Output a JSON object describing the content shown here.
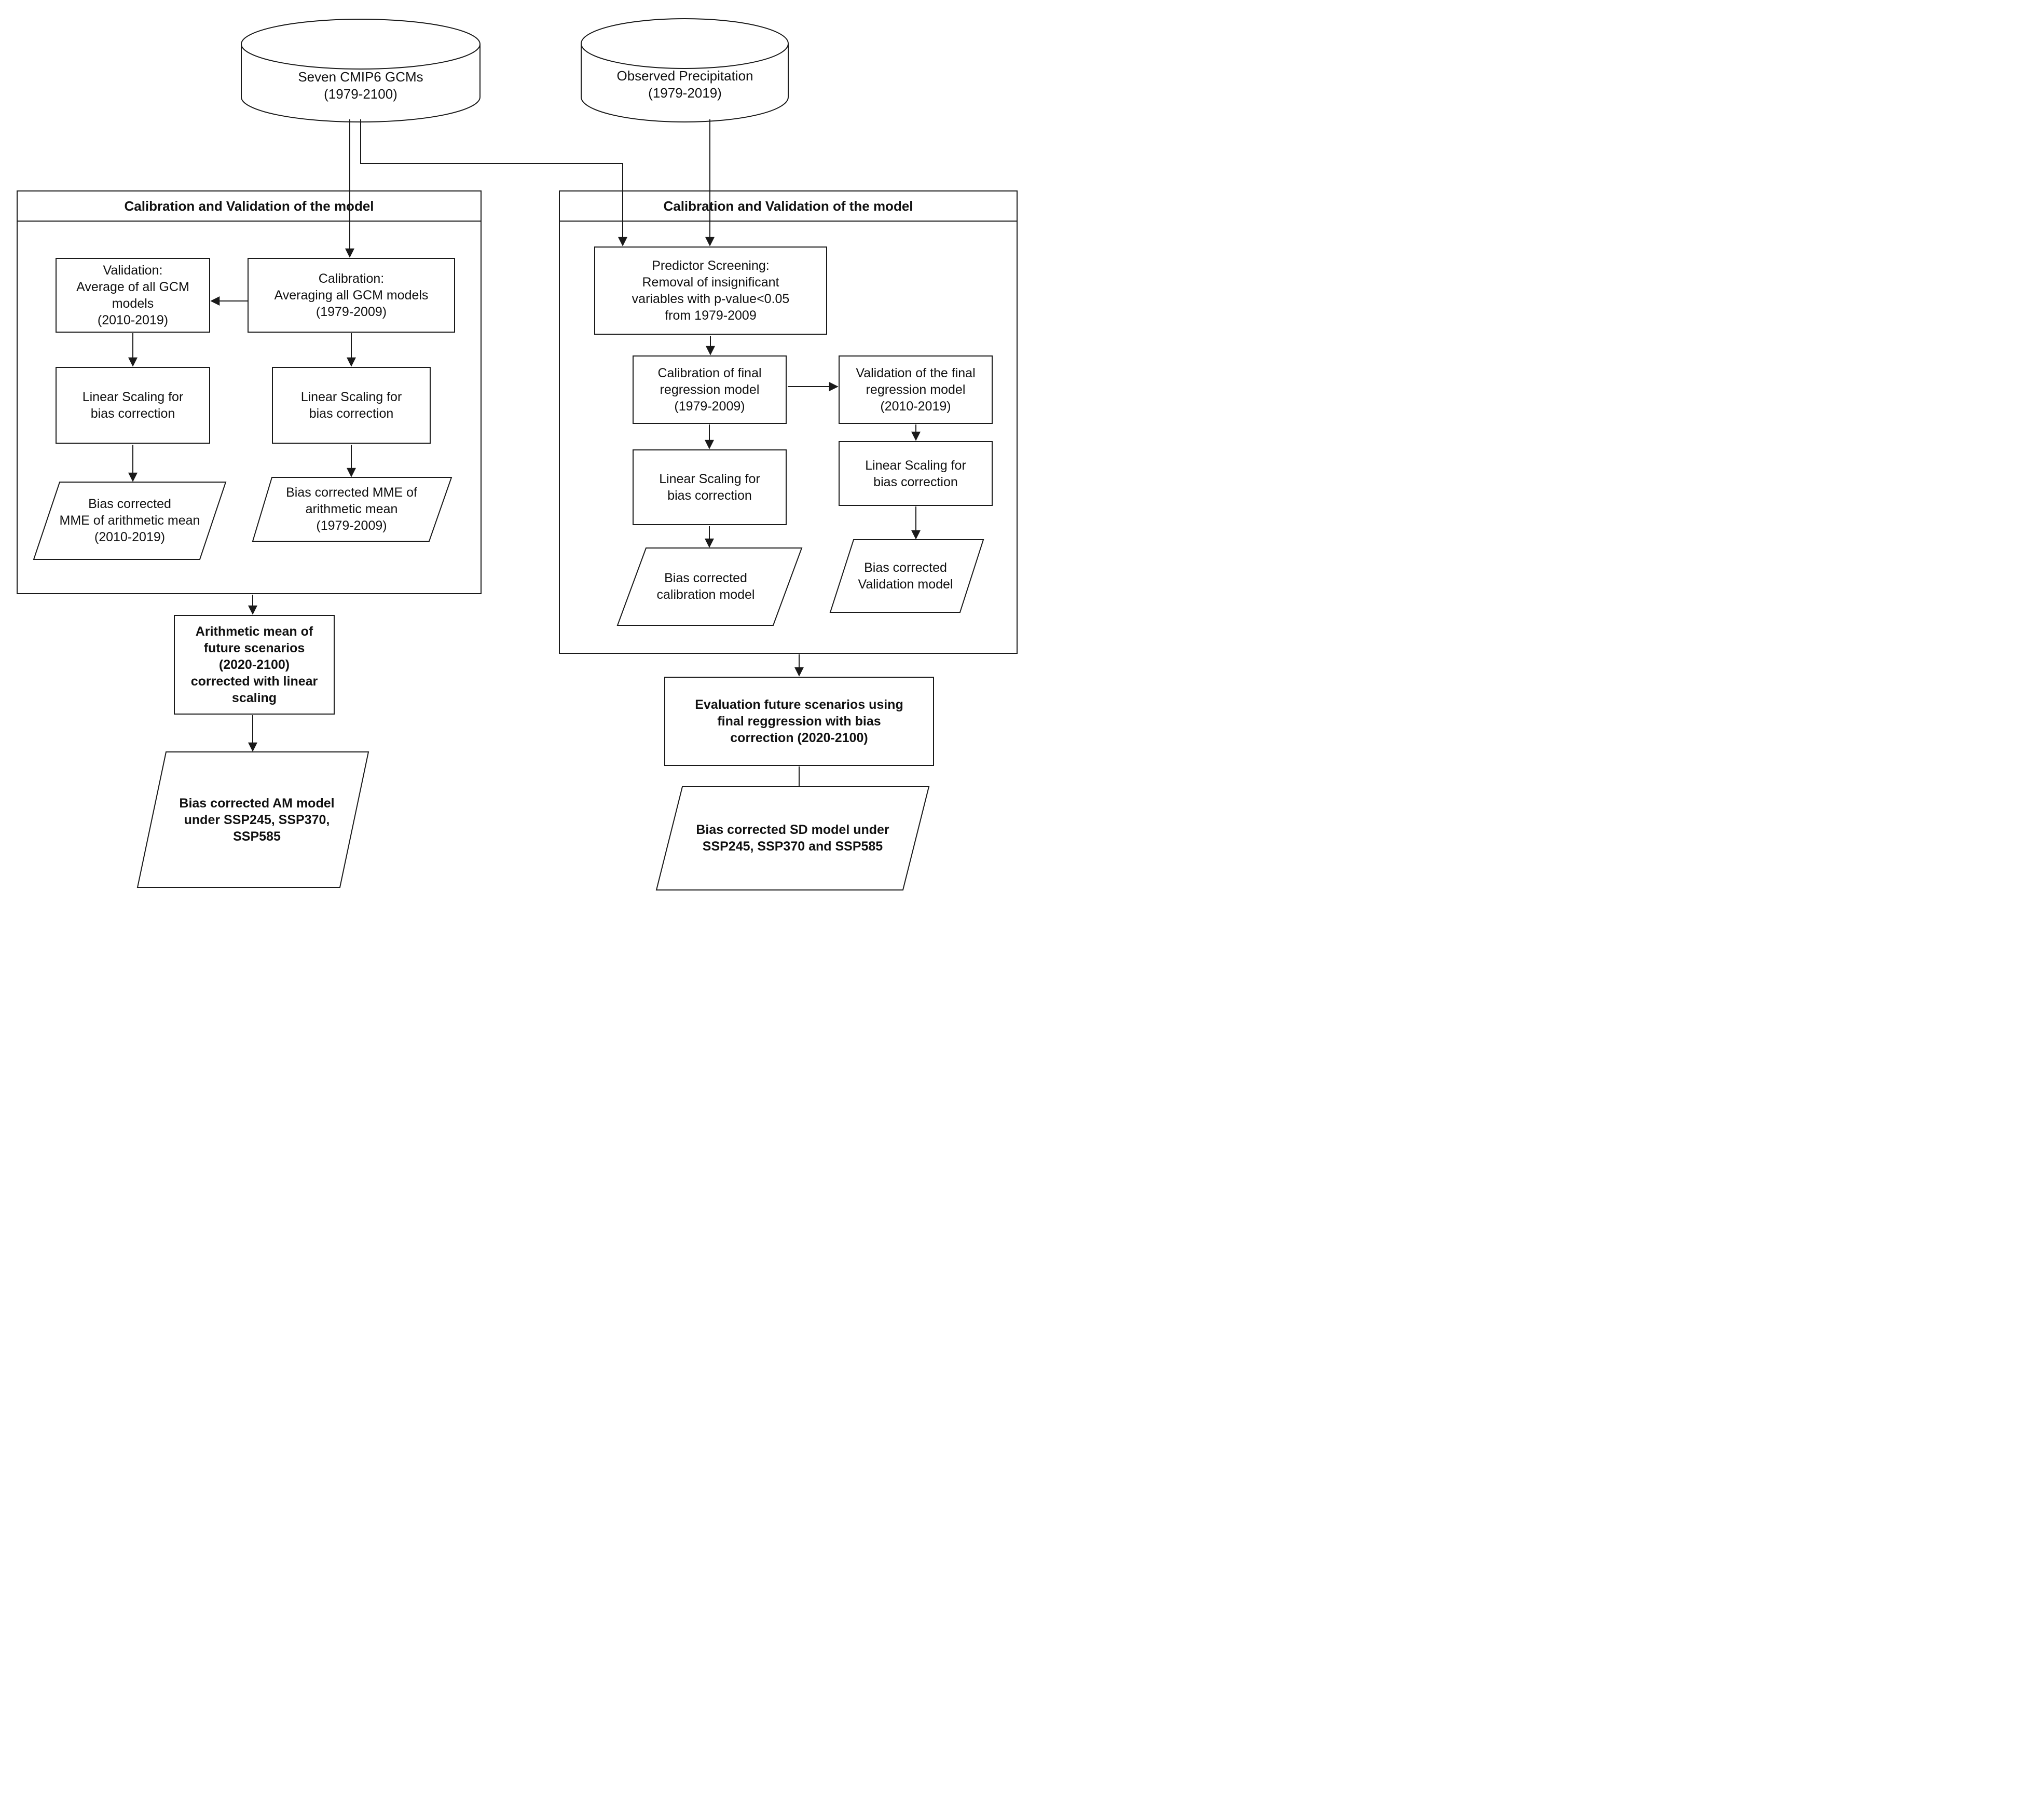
{
  "diagram": {
    "sources": {
      "gcms": "Seven CMIP6 GCMs\n(1979-2100)",
      "observed": "Observed Precipitation\n(1979-2019)"
    },
    "left_panel": {
      "title": "Calibration and Validation of the model",
      "validation_box": "Validation:\nAverage of all GCM\nmodels\n(2010-2019)",
      "calibration_box": "Calibration:\nAveraging all GCM models\n(1979-2009)",
      "linear_scaling_validation": "Linear Scaling for\nbias correction",
      "linear_scaling_calibration": "Linear Scaling for\nbias correction",
      "output_validation": "Bias corrected\nMME of arithmetic mean\n(2010-2019)",
      "output_calibration": "Bias corrected MME of\narithmetic mean\n(1979-2009)"
    },
    "left_flow": {
      "arithmetic_box": "Arithmetic mean of\nfuture scenarios\n(2020-2100)\ncorrected with linear\nscaling",
      "am_output": "Bias corrected AM model\nunder SSP245, SSP370,\nSSP585"
    },
    "right_panel": {
      "title": "Calibration and Validation of the model",
      "predictor_box": "Predictor Screening:\nRemoval of insignificant\nvariables with p-value<0.05\nfrom 1979-2009",
      "calibration_final_box": "Calibration of final\nregression model\n(1979-2009)",
      "validation_final_box": "Validation of the final\nregression model\n(2010-2019)",
      "linear_scaling_calibration": "Linear Scaling for\nbias correction",
      "linear_scaling_validation": "Linear Scaling for\nbias correction",
      "output_calibration": "Bias corrected\ncalibration model",
      "output_validation": "Bias corrected\nValidation model"
    },
    "right_flow": {
      "evaluation_box": "Evaluation future scenarios using\nfinal reggression with bias\ncorrection (2020-2100)",
      "sd_output": "Bias corrected SD model under\nSSP245, SSP370 and SSP585"
    }
  }
}
